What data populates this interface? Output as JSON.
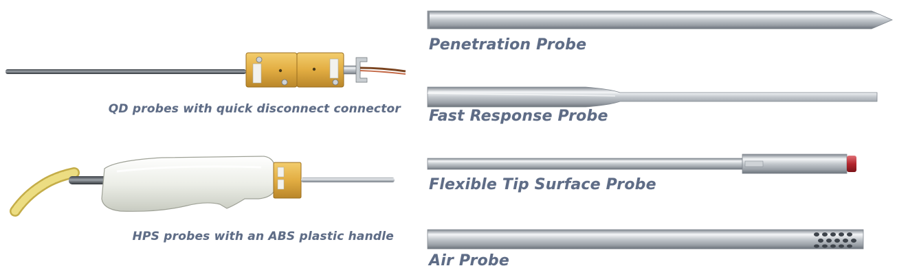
{
  "captions": {
    "qd_probe": "QD probes with quick disconnect connector",
    "hps_probe": "HPS probes with an ABS plastic handle",
    "penetration_probe": "Penetration Probe",
    "fast_response_probe": "Fast Response Probe",
    "flexible_tip_probe": "Flexible Tip Surface Probe",
    "air_probe": "Air Probe"
  },
  "colors": {
    "caption_text": "#5e6c86",
    "steel": "#b9bec4",
    "connector_yellow": "#e6b54a",
    "cord_yellow": "#e8d77a",
    "handle_white": "#eef0ea",
    "tip_red": "#b3262e"
  }
}
